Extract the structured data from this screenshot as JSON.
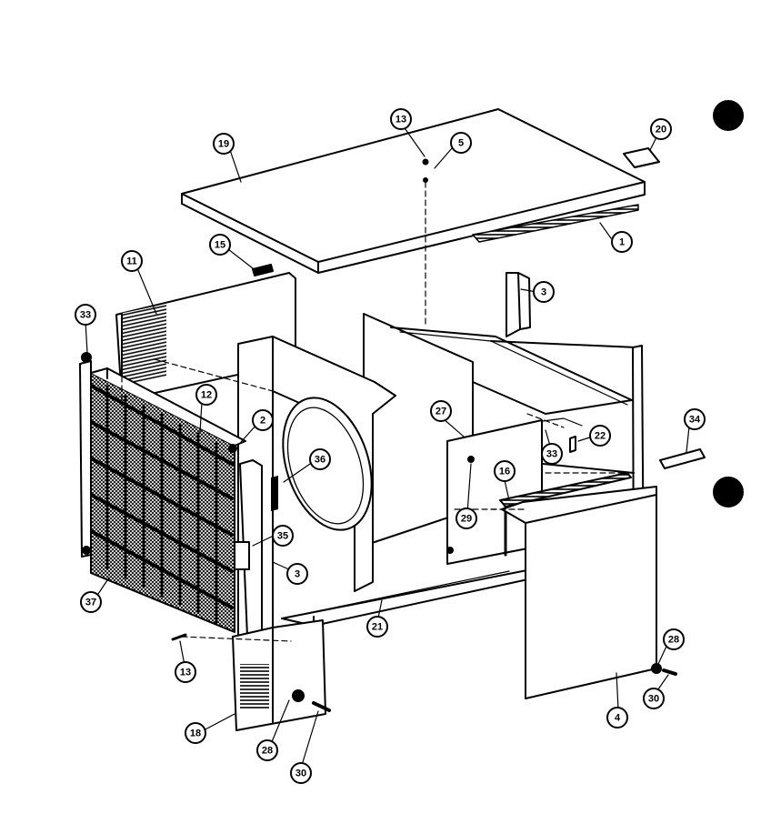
{
  "diagram": {
    "style": {
      "ink": "#000000",
      "paper": "#ffffff"
    },
    "callouts": [
      {
        "id": "c19-top",
        "label": "19"
      },
      {
        "id": "c13-top",
        "label": "13"
      },
      {
        "id": "c5",
        "label": "5"
      },
      {
        "id": "c20",
        "label": "20"
      },
      {
        "id": "c1",
        "label": "1"
      },
      {
        "id": "c15",
        "label": "15"
      },
      {
        "id": "c11",
        "label": "11"
      },
      {
        "id": "c3-top",
        "label": "3"
      },
      {
        "id": "c33-left",
        "label": "33"
      },
      {
        "id": "c12",
        "label": "12"
      },
      {
        "id": "c2",
        "label": "2"
      },
      {
        "id": "c27",
        "label": "27"
      },
      {
        "id": "c22",
        "label": "22"
      },
      {
        "id": "c33-mid",
        "label": "33"
      },
      {
        "id": "c34",
        "label": "34"
      },
      {
        "id": "c36",
        "label": "36"
      },
      {
        "id": "c29",
        "label": "29"
      },
      {
        "id": "c16",
        "label": "16"
      },
      {
        "id": "c35",
        "label": "35"
      },
      {
        "id": "c3-mid",
        "label": "3"
      },
      {
        "id": "c37",
        "label": "37"
      },
      {
        "id": "c21",
        "label": "21"
      },
      {
        "id": "c13-bot",
        "label": "13"
      },
      {
        "id": "c28-right",
        "label": "28"
      },
      {
        "id": "c30-right",
        "label": "30"
      },
      {
        "id": "c4",
        "label": "4"
      },
      {
        "id": "c18",
        "label": "18"
      },
      {
        "id": "c28-bot",
        "label": "28"
      },
      {
        "id": "c30-bot",
        "label": "30"
      }
    ]
  }
}
